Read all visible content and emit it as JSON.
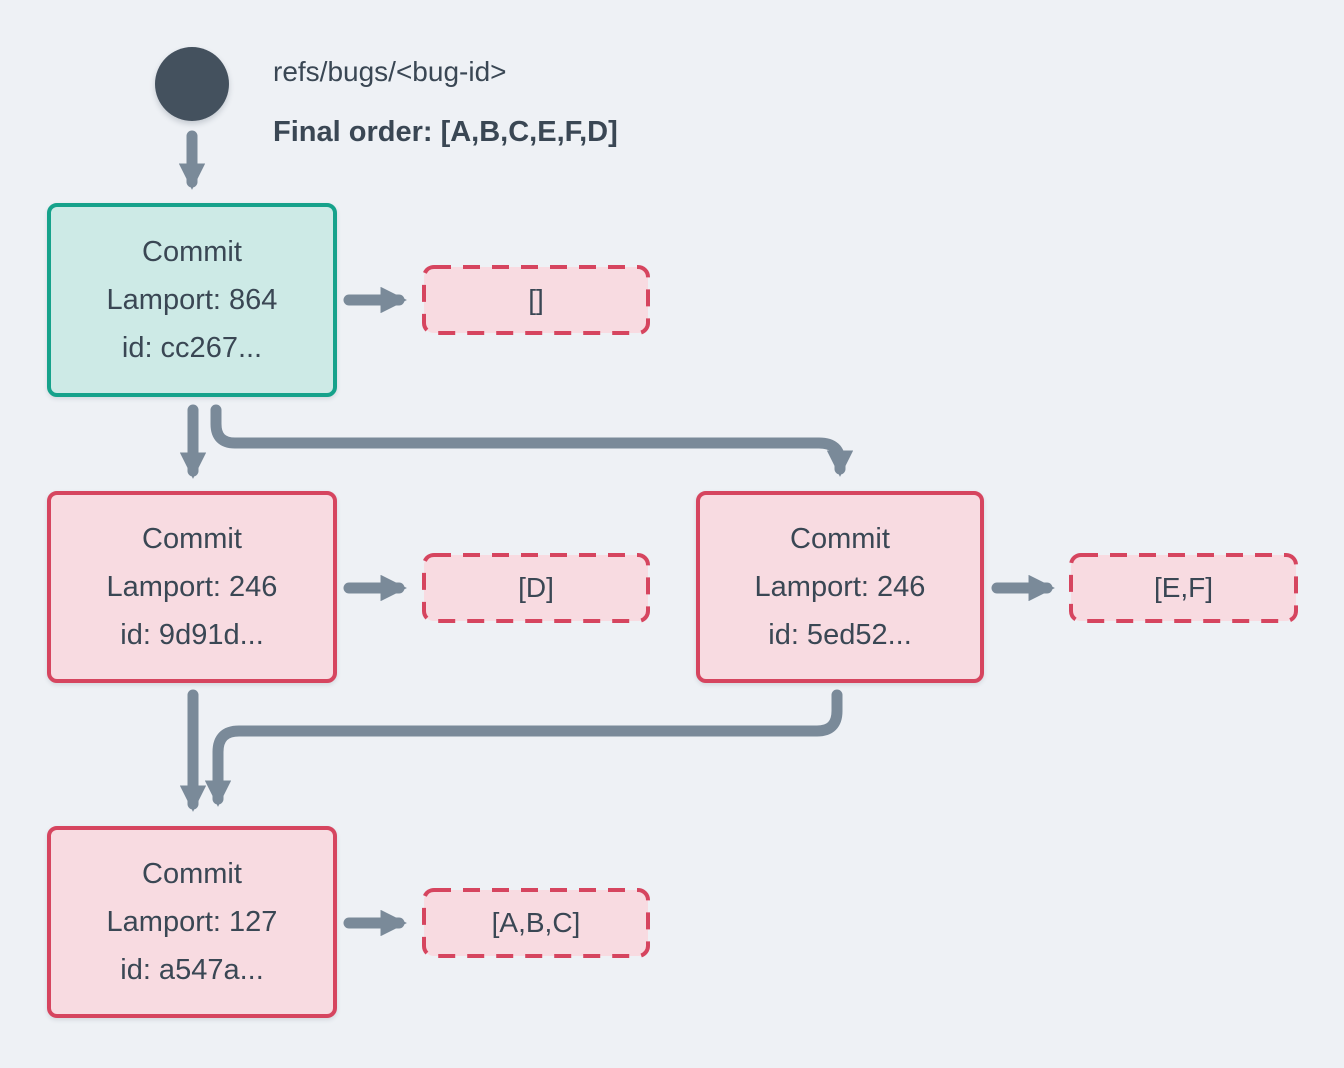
{
  "colors": {
    "background": "#eef1f5",
    "text": "#3a4754",
    "arrow": "#7a8a99",
    "ref_dot": "#44515e",
    "teal_border": "#16a28b",
    "teal_fill": "#cdeae6",
    "red_border": "#d6455f",
    "pink_fill": "#f8dbe1"
  },
  "header": {
    "ref_label": "refs/bugs/<bug-id>",
    "final_order_label": "Final order: [A,B,C,E,F,D]"
  },
  "commits": [
    {
      "title": "Commit",
      "lamport": "Lamport: 864",
      "id": "id: cc267...",
      "payload": "[]"
    },
    {
      "title": "Commit",
      "lamport": "Lamport: 246",
      "id": "id: 9d91d...",
      "payload": "[D]"
    },
    {
      "title": "Commit",
      "lamport": "Lamport: 246",
      "id": "id: 5ed52...",
      "payload": "[E,F]"
    },
    {
      "title": "Commit",
      "lamport": "Lamport: 127",
      "id": "id: a547a...",
      "payload": "[A,B,C]"
    }
  ]
}
